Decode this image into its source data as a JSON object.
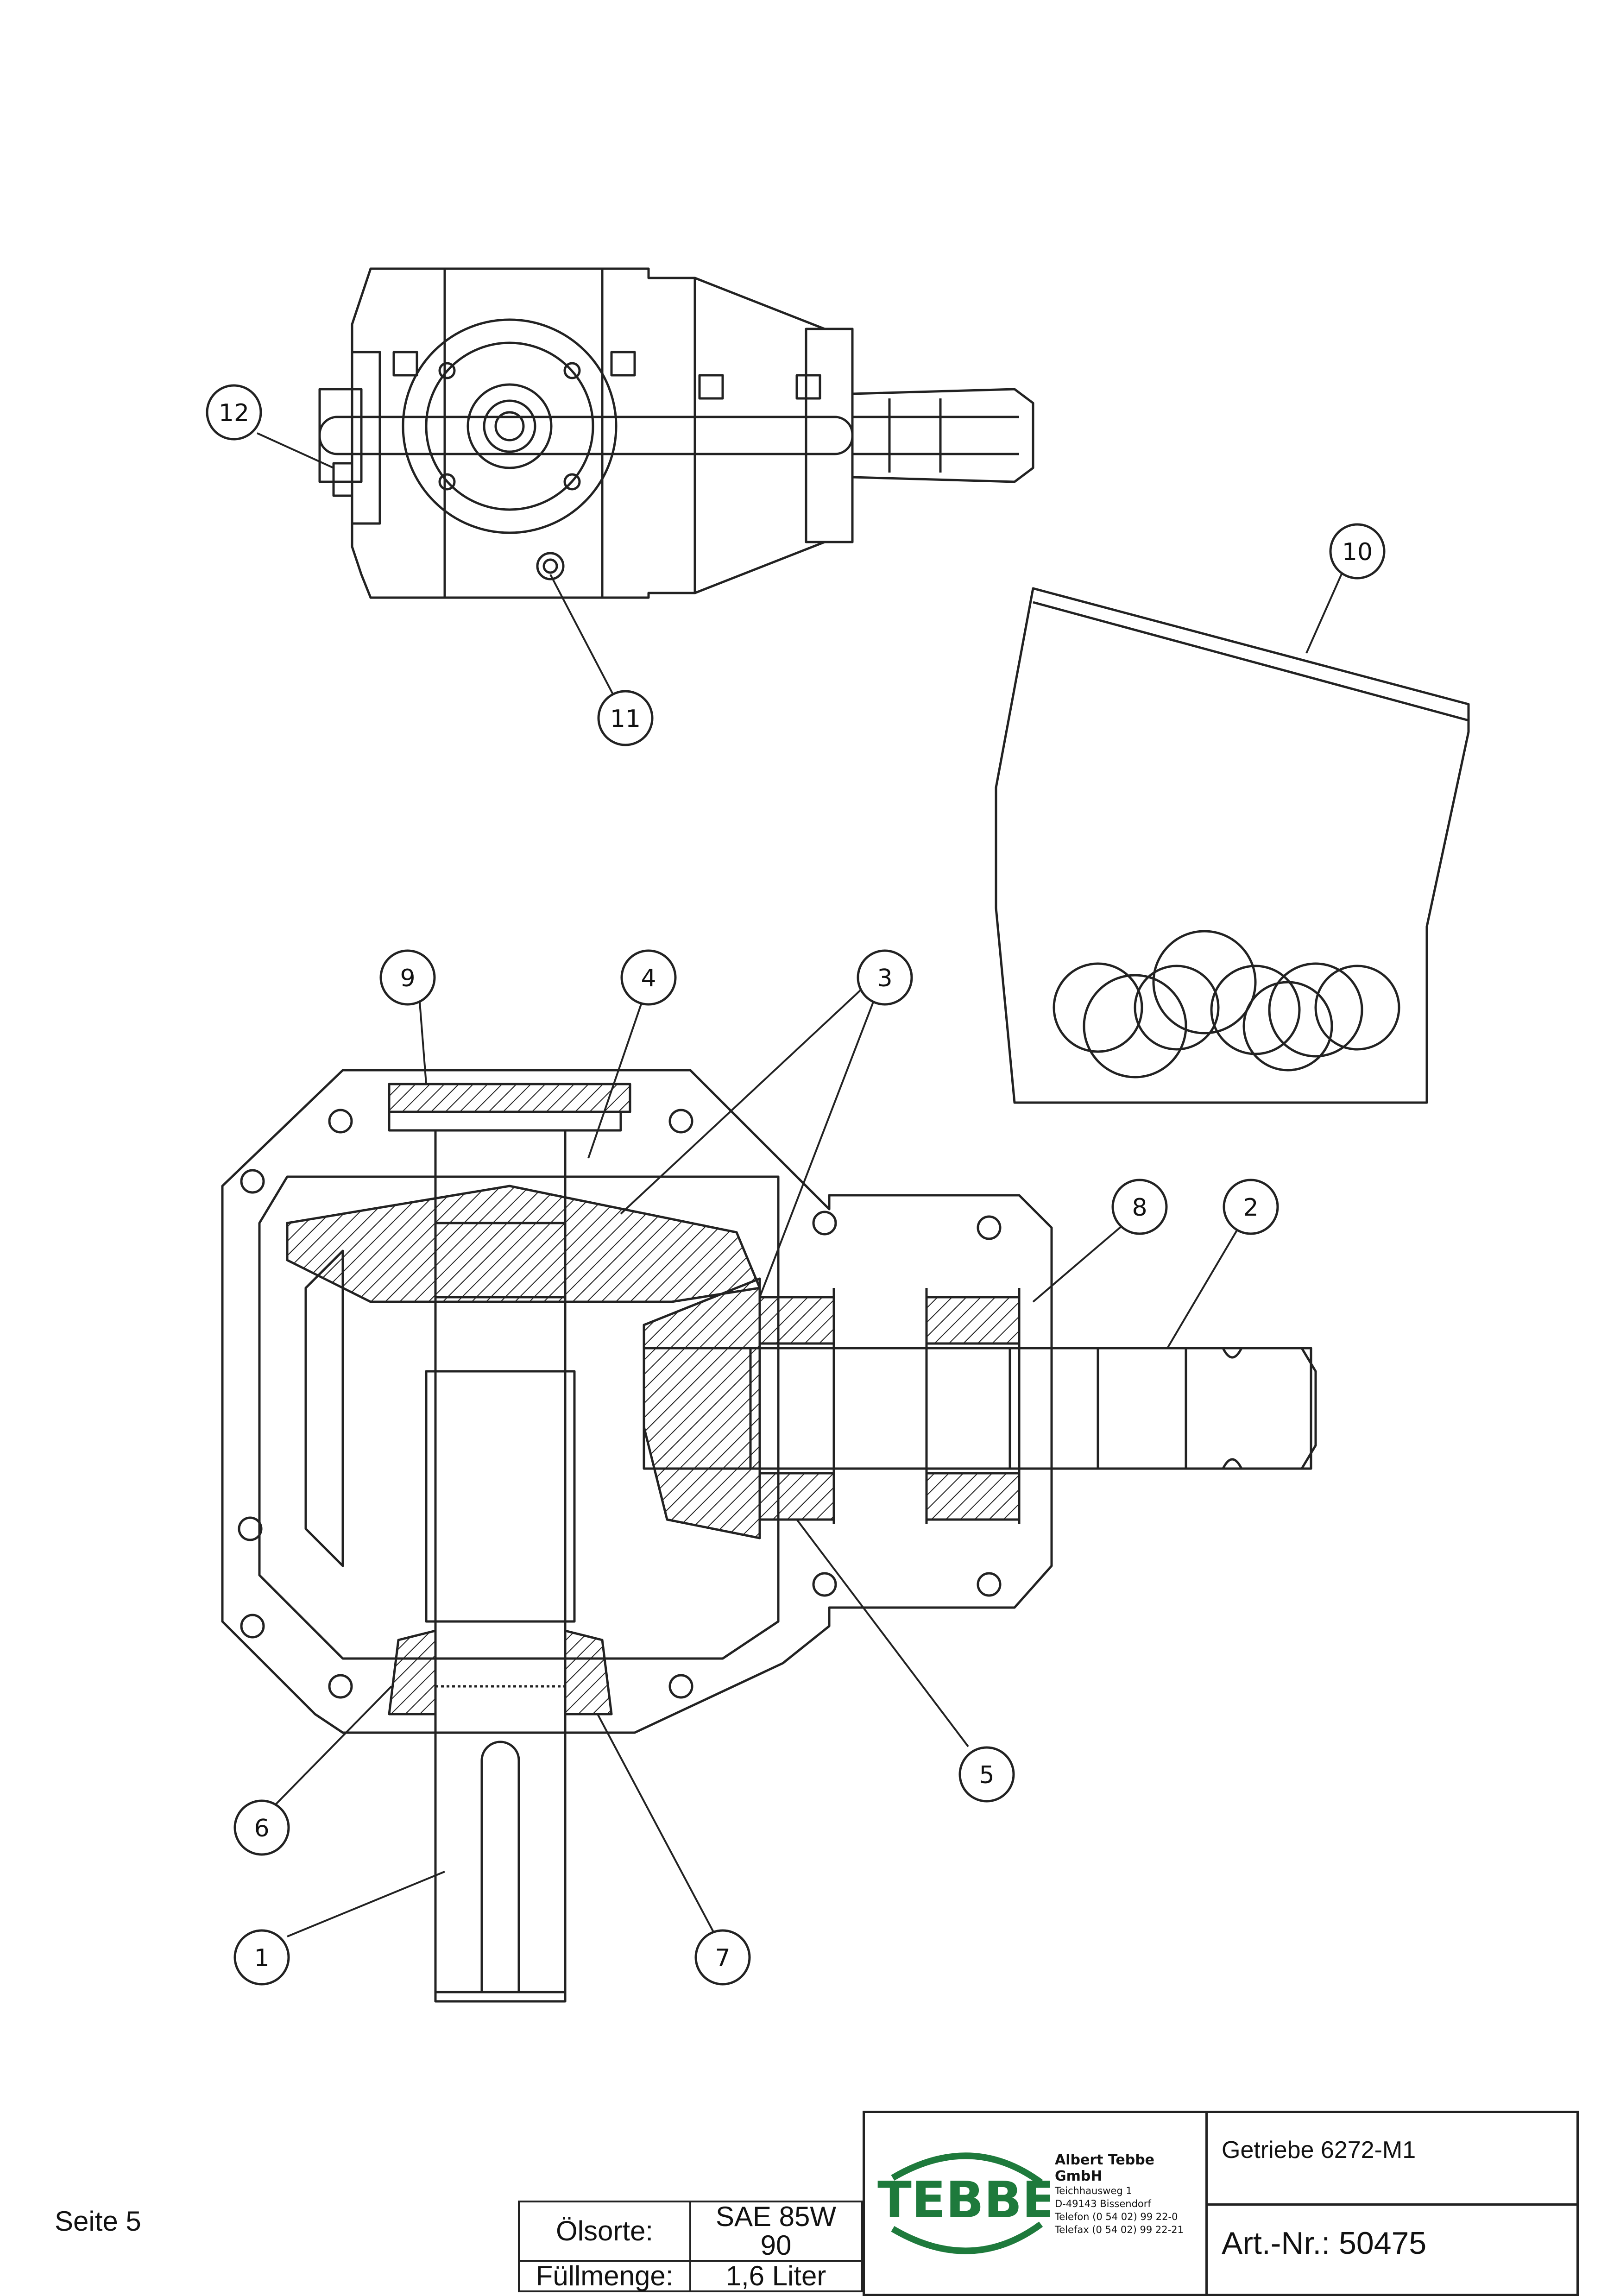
{
  "page": {
    "label": "Seite 5"
  },
  "callouts": [
    "1",
    "2",
    "3",
    "4",
    "5",
    "6",
    "7",
    "8",
    "9",
    "10",
    "11",
    "12"
  ],
  "oil": {
    "type_label": "Ölsorte:",
    "type_value": "SAE 85W 90",
    "volume_label": "Füllmenge:",
    "volume_value": "1,6 Liter"
  },
  "title_block": {
    "logo_text": "TEBBE",
    "company": "Albert Tebbe GmbH",
    "street": "Teichhausweg 1",
    "city": "D-49143 Bissendorf",
    "phone": "Telefon (0 54 02) 99 22-0",
    "fax": "Telefax (0 54 02) 99 22-21",
    "product": "Getriebe 6272-M1",
    "article": "Art.-Nr.: 50475"
  },
  "colors": {
    "line": "#222222",
    "logo_green": "#1e7a3c"
  }
}
